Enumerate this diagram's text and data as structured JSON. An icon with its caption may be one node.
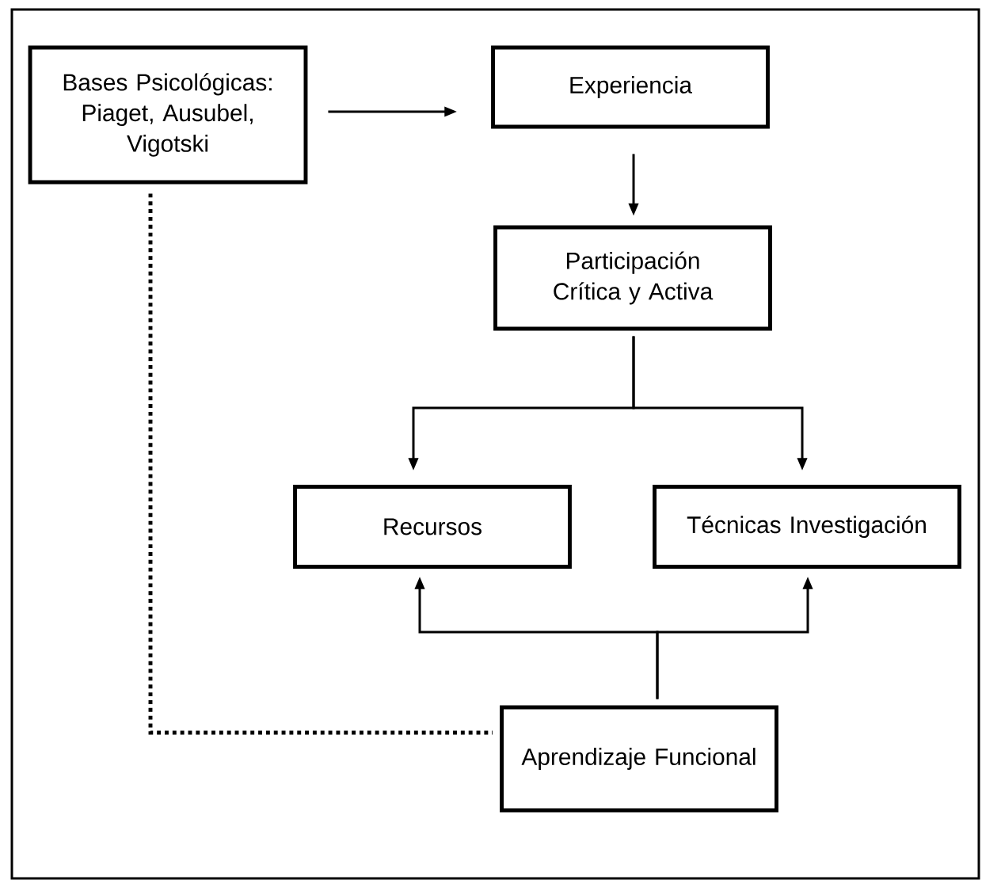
{
  "diagram": {
    "nodes": [
      {
        "text": [
          "Bases Psicológicas: Piaget, Ausubel, Vigotski"
        ]
      },
      {
        "text": [
          "Experiencia"
        ]
      },
      {
        "text": [
          "Participación Crítica y Activa"
        ]
      },
      {
        "text": [
          "Recursos"
        ]
      },
      {
        "text": [
          "Técnicas Investigación"
        ]
      },
      {
        "text": [
          "Aprendizaje Funcional"
        ]
      }
    ],
    "edges": [
      {
        "from": 0,
        "to": 1,
        "arrow": "to"
      },
      {
        "from": 1,
        "to": 2,
        "arrow": "to"
      },
      {
        "from": 2,
        "to": 3,
        "arrow": "to"
      },
      {
        "from": 2,
        "to": 4,
        "arrow": "to"
      },
      {
        "from": 5,
        "to": 3,
        "arrow": "to"
      },
      {
        "from": 5,
        "to": 4,
        "arrow": "to"
      },
      {
        "from": 0,
        "to": 5,
        "arrow": "none",
        "style": "dashed"
      }
    ]
  }
}
